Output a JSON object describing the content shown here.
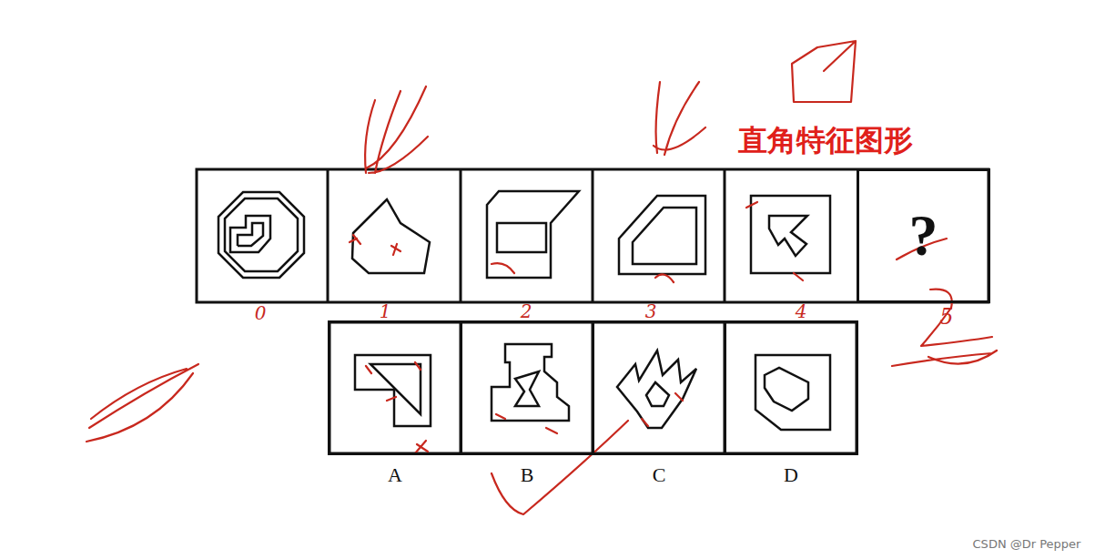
{
  "diagram": {
    "nodes": [
      {
        "text": [
          "?"
        ]
      },
      {
        "text": [
          "A"
        ]
      },
      {
        "text": [
          "B"
        ]
      },
      {
        "text": [
          "C"
        ]
      },
      {
        "text": [
          "D"
        ]
      }
    ],
    "labels": [
      "直角特征图形",
      "0",
      "1",
      "2",
      "3",
      "4",
      "5",
      "CSDN @Dr Pepper"
    ]
  }
}
